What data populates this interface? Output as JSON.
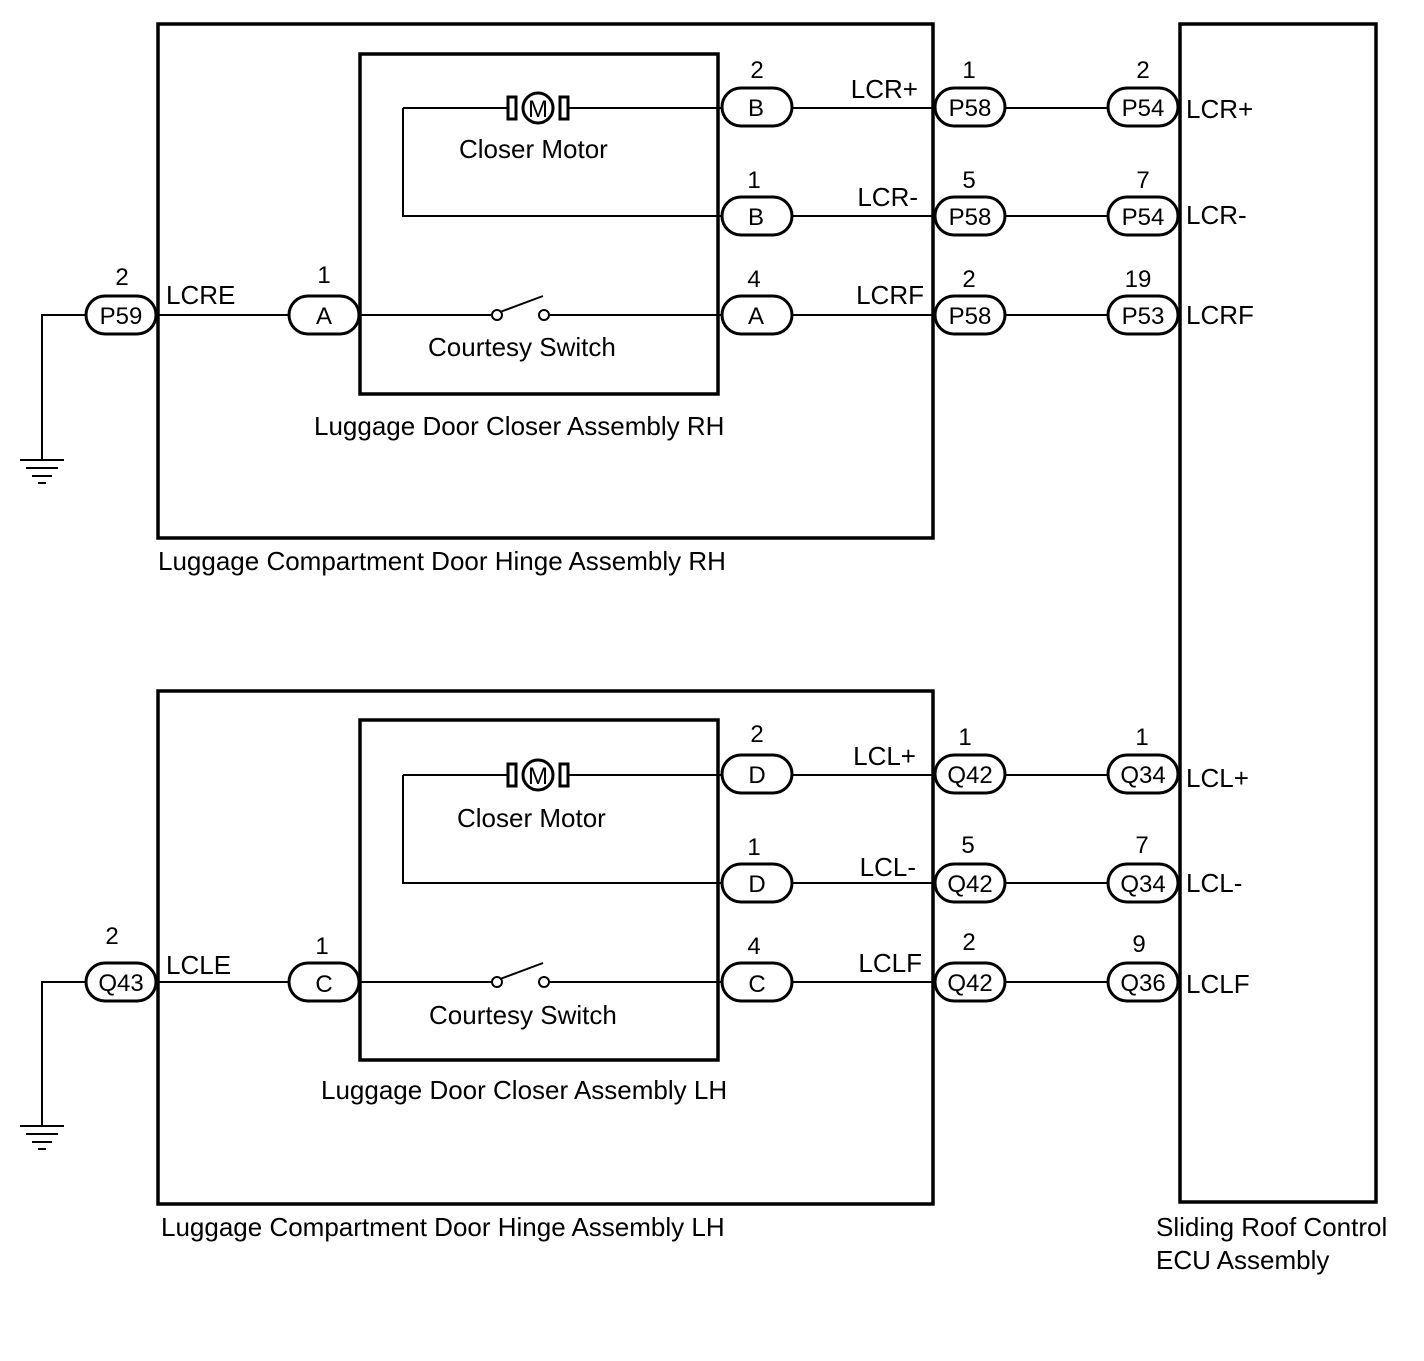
{
  "rh": {
    "hinge_label": "Luggage Compartment Door Hinge Assembly RH",
    "closer_label": "Luggage Door Closer Assembly RH",
    "motor_label": "Closer Motor",
    "motor_symbol": "M",
    "switch_label": "Courtesy Switch",
    "ground": {
      "pin": "2",
      "connector": "P59",
      "wire": "LCRE"
    },
    "left_conn": {
      "pin": "1",
      "connector": "A"
    },
    "rows": [
      {
        "inner_pin": "2",
        "inner_conn": "B",
        "wire": "LCR+",
        "mid_pin": "1",
        "mid_conn": "P58",
        "ecu_pin": "2",
        "ecu_conn": "P54",
        "ecu_term": "LCR+"
      },
      {
        "inner_pin": "1",
        "inner_conn": "B",
        "wire": "LCR-",
        "mid_pin": "5",
        "mid_conn": "P58",
        "ecu_pin": "7",
        "ecu_conn": "P54",
        "ecu_term": "LCR-"
      },
      {
        "inner_pin": "4",
        "inner_conn": "A",
        "wire": "LCRF",
        "mid_pin": "2",
        "mid_conn": "P58",
        "ecu_pin": "19",
        "ecu_conn": "P53",
        "ecu_term": "LCRF"
      }
    ]
  },
  "lh": {
    "hinge_label": "Luggage Compartment Door Hinge Assembly LH",
    "closer_label": "Luggage Door Closer Assembly LH",
    "motor_label": "Closer Motor",
    "motor_symbol": "M",
    "switch_label": "Courtesy Switch",
    "ground": {
      "pin": "2",
      "connector": "Q43",
      "wire": "LCLE"
    },
    "left_conn": {
      "pin": "1",
      "connector": "C"
    },
    "rows": [
      {
        "inner_pin": "2",
        "inner_conn": "D",
        "wire": "LCL+",
        "mid_pin": "1",
        "mid_conn": "Q42",
        "ecu_pin": "1",
        "ecu_conn": "Q34",
        "ecu_term": "LCL+"
      },
      {
        "inner_pin": "1",
        "inner_conn": "D",
        "wire": "LCL-",
        "mid_pin": "5",
        "mid_conn": "Q42",
        "ecu_pin": "7",
        "ecu_conn": "Q34",
        "ecu_term": "LCL-"
      },
      {
        "inner_pin": "4",
        "inner_conn": "C",
        "wire": "LCLF",
        "mid_pin": "2",
        "mid_conn": "Q42",
        "ecu_pin": "9",
        "ecu_conn": "Q36",
        "ecu_term": "LCLF"
      }
    ]
  },
  "ecu": {
    "label_line1": "Sliding Roof Control",
    "label_line2": "ECU Assembly"
  }
}
